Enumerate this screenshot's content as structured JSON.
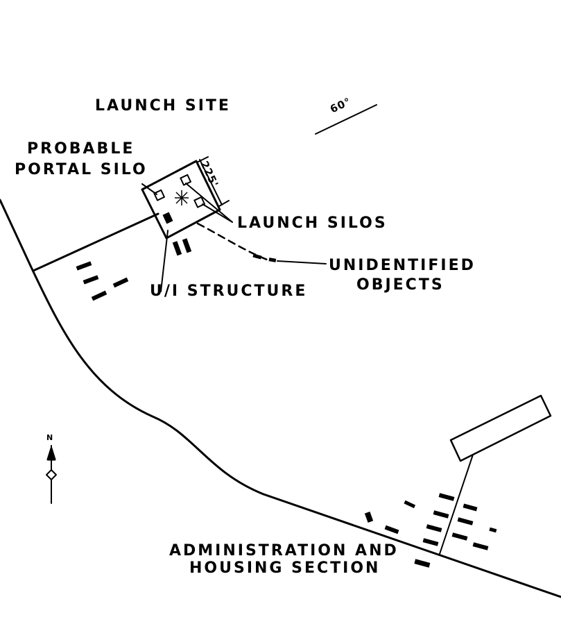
{
  "labels": {
    "launch_site": "LAUNCH SITE",
    "bearing": "60°",
    "probable_portal_silo_line1": "PROBABLE",
    "probable_portal_silo_line2": "PORTAL SILO",
    "dimension": "225'",
    "launch_silos": "LAUNCH SILOS",
    "unidentified_line1": "UNIDENTIFIED",
    "unidentified_line2": "OBJECTS",
    "ui_structure": "U/I STRUCTURE",
    "admin_line1": "ADMINISTRATION AND",
    "admin_line2": "HOUSING SECTION",
    "north": "N"
  },
  "colors": {
    "ink": "#000000",
    "paper": "#ffffff"
  }
}
